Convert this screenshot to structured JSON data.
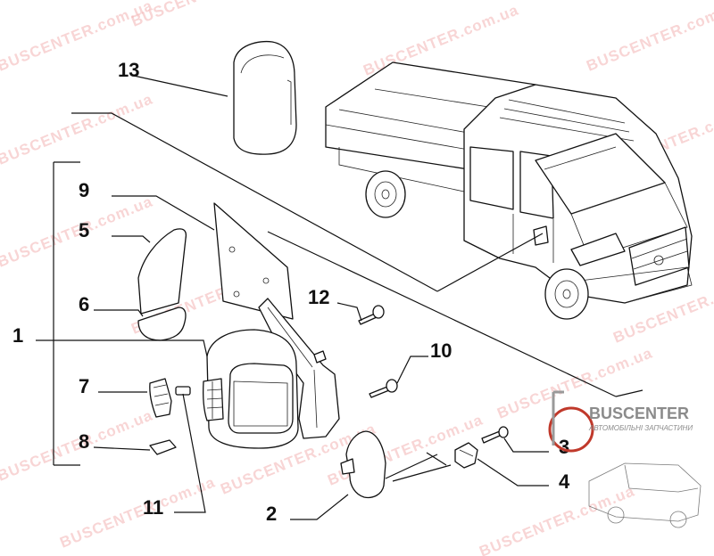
{
  "callouts": [
    "13",
    "9",
    "5",
    "6",
    "1",
    "7",
    "8",
    "11",
    "12",
    "10",
    "2",
    "3",
    "4"
  ],
  "watermark": "BUSCENTER.com.ua",
  "logo": {
    "name": "BUSCENTER",
    "tagline": "АВТОМОБІЛЬНІ ЗАПЧАСТИНИ",
    "brand_color": "#c0392b"
  }
}
